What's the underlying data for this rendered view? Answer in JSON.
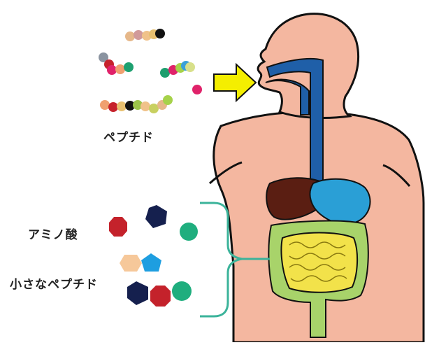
{
  "labels": {
    "peptide": "ペプチド",
    "amino_acid": "アミノ酸",
    "small_peptide": "小さなペプチド"
  },
  "colors": {
    "skin": "#f4b7a0",
    "outline": "#111111",
    "esophagus": "#1f5fa8",
    "stomach": "#2a9fd6",
    "liver": "#5a1e12",
    "intestine_large": "#a8d36a",
    "intestine_small": "#f2e24a",
    "arrow": "#f4ee00",
    "bracket": "#3bb39a",
    "amino_red": "#c4222b",
    "amino_navy": "#15204e",
    "amino_green": "#1fae7e",
    "peptide_peach": "#f6c89a",
    "peptide_blue": "#1e9ee0"
  },
  "icons": {
    "arrow": "arrow-right-icon",
    "body": "human-body-icon",
    "bracket": "curly-bracket-icon"
  }
}
